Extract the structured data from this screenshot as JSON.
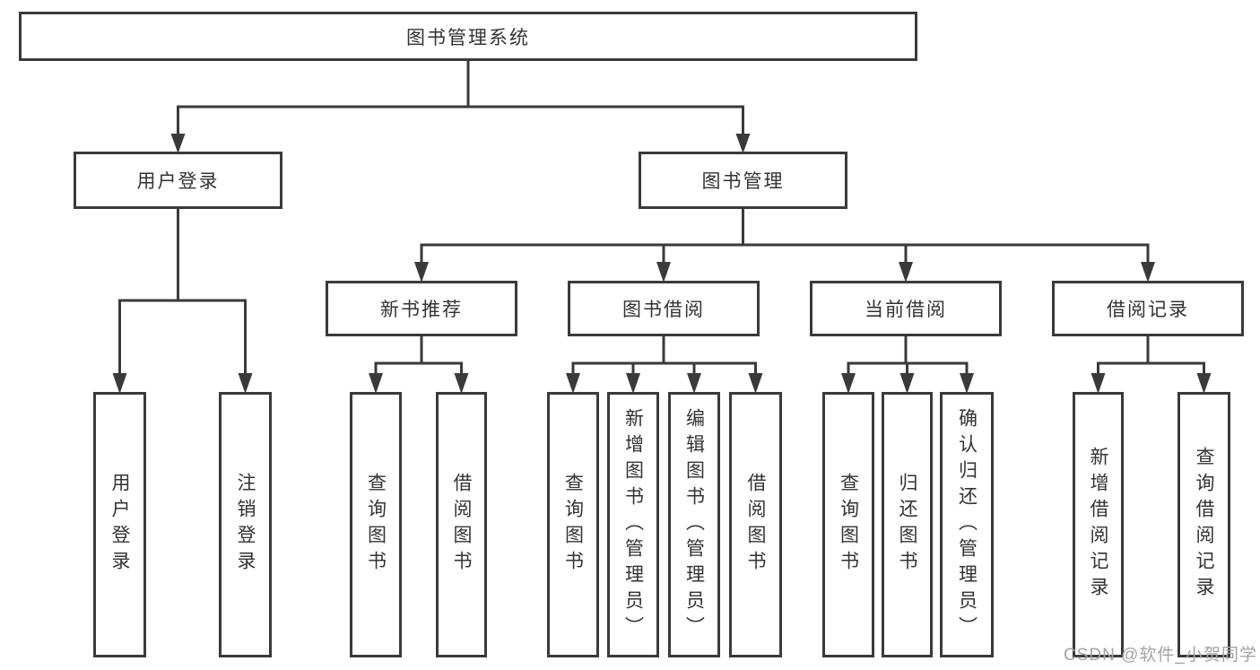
{
  "diagram_title": "图书管理系统",
  "tree": {
    "root": {
      "label": "图书管理系统"
    },
    "level2": [
      {
        "label": "用户登录",
        "children": [
          {
            "label": "用户登录"
          },
          {
            "label": "注销登录"
          }
        ]
      },
      {
        "label": "图书管理",
        "children": [
          {
            "label": "新书推荐",
            "children": [
              {
                "label": "查询图书"
              },
              {
                "label": "借阅图书"
              }
            ]
          },
          {
            "label": "图书借阅",
            "children": [
              {
                "label": "查询图书"
              },
              {
                "label": "新增图书（管理员）"
              },
              {
                "label": "编辑图书（管理员）"
              },
              {
                "label": "借阅图书"
              }
            ]
          },
          {
            "label": "当前借阅",
            "children": [
              {
                "label": "查询图书"
              },
              {
                "label": "归还图书"
              },
              {
                "label": "确认归还（管理员）"
              }
            ]
          },
          {
            "label": "借阅记录",
            "children": [
              {
                "label": "新增借阅记录"
              },
              {
                "label": "查询借阅记录"
              }
            ]
          }
        ]
      }
    ]
  },
  "watermark": {
    "text": "CSDN @软件_小贺同学"
  },
  "colors": {
    "line": "#3a3a3a",
    "text": "#333333",
    "background": "#ffffff",
    "watermark": "#a3a3a3"
  }
}
